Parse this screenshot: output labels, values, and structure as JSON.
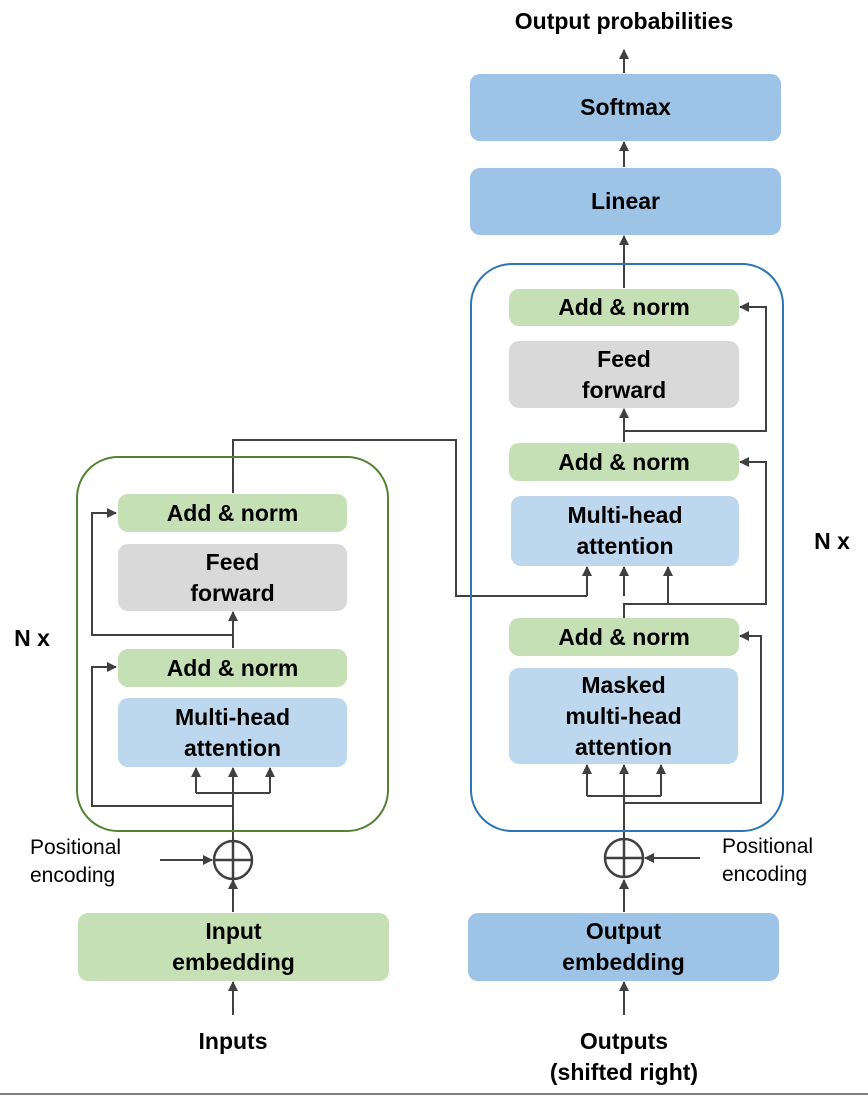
{
  "colors": {
    "add_norm": "#c5e0b4",
    "feed_forward": "#d9d9d9",
    "attention": "#bdd7ee",
    "linear_softmax": "#9dc3e6",
    "encoder_frame": "#548235",
    "decoder_frame": "#2e75b6",
    "wire": "#404040"
  },
  "encoder": {
    "repeat_label": "N x",
    "add_norm_top": "Add & norm",
    "feed_forward": "Feed\nforward",
    "add_norm_bottom": "Add & norm",
    "attention": "Multi-head\nattention",
    "embedding": "Input\nembedding",
    "positional": "Positional\nencoding",
    "input_label": "Inputs"
  },
  "decoder": {
    "repeat_label": "N x",
    "add_norm_top": "Add & norm",
    "feed_forward": "Feed\nforward",
    "add_norm_mid": "Add & norm",
    "cross_attention": "Multi-head\nattention",
    "add_norm_bottom": "Add & norm",
    "masked_attention": "Masked\nmulti-head\nattention",
    "embedding": "Output\nembedding",
    "positional": "Positional\nencoding",
    "output_label": "Outputs\n(shifted right)"
  },
  "head": {
    "linear": "Linear",
    "softmax": "Softmax",
    "output_label": "Output probabilities"
  },
  "icons": {
    "adder": "circle-plus-icon",
    "arrow": "arrowhead-icon"
  }
}
